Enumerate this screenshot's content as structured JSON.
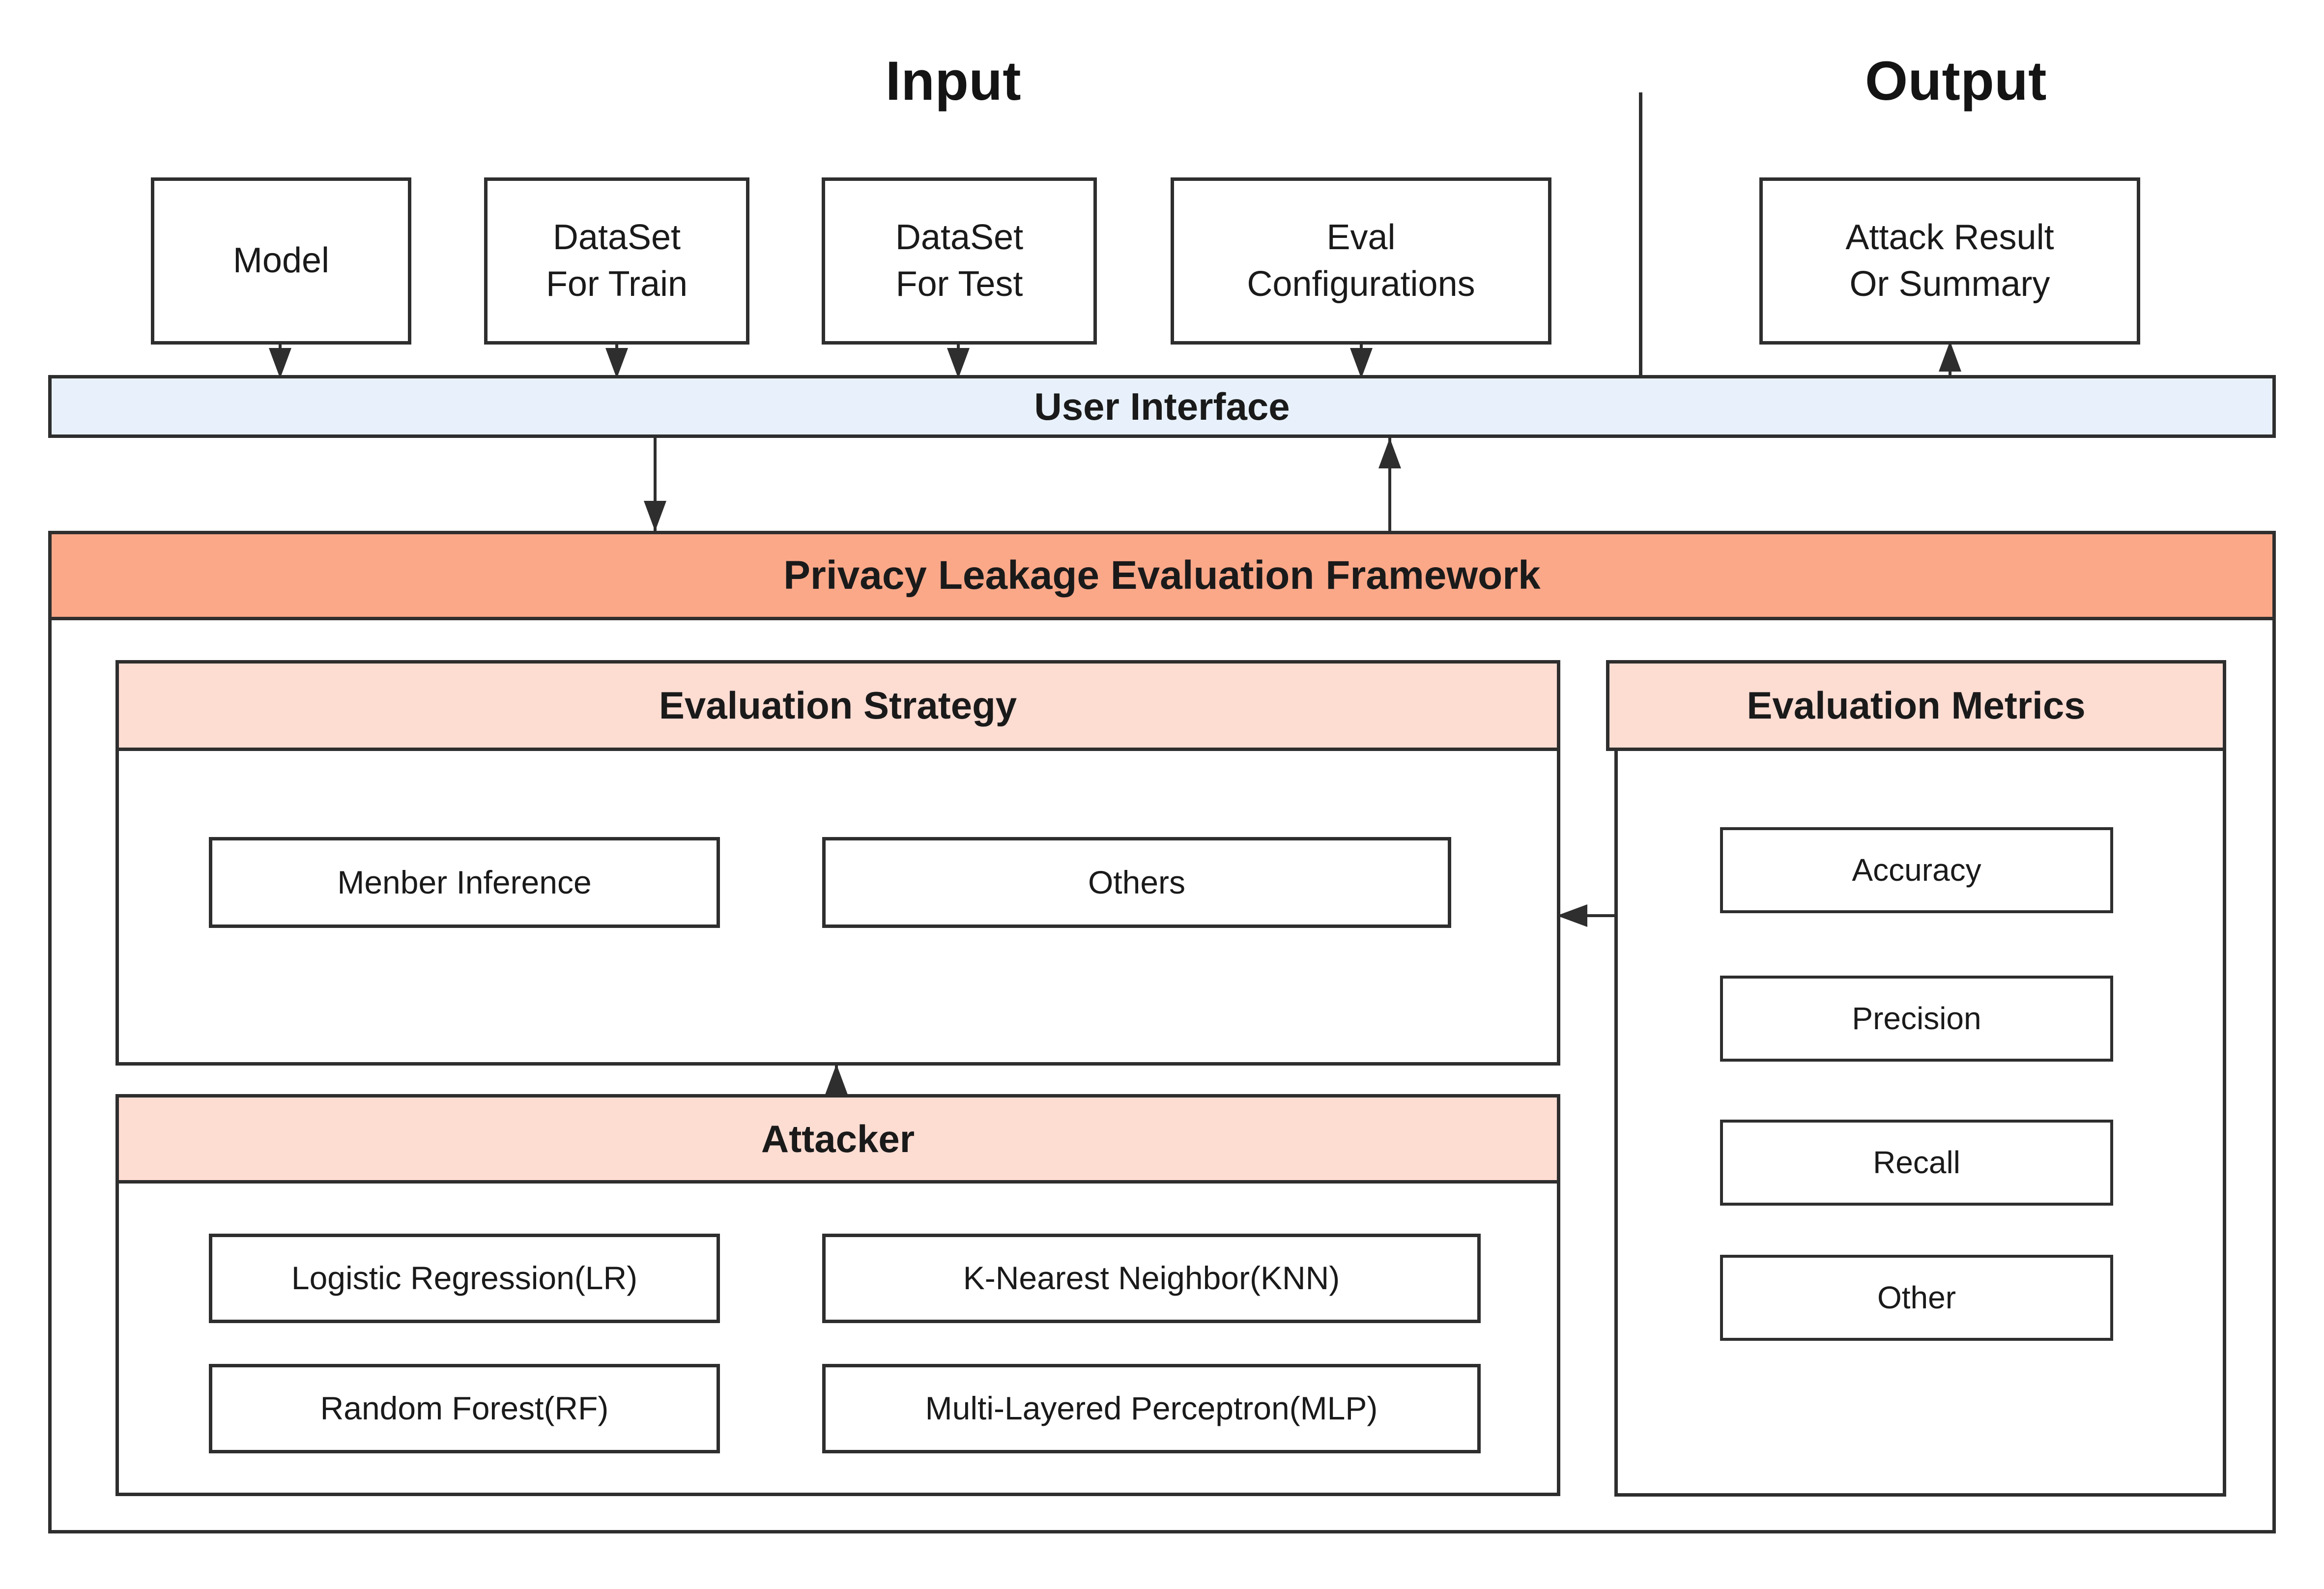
{
  "titles": {
    "input": "Input",
    "output": "Output"
  },
  "input_nodes": [
    {
      "label": "Model"
    },
    {
      "label": "DataSet\nFor Train"
    },
    {
      "label": "DataSet\nFor Test"
    },
    {
      "label": "Eval\nConfigurations"
    }
  ],
  "output_nodes": [
    {
      "label": "Attack Result\nOr Summary"
    }
  ],
  "user_interface": {
    "label": "User Interface"
  },
  "framework": {
    "label": "Privacy Leakage Evaluation Framework"
  },
  "evaluation_strategy": {
    "header": "Evaluation Strategy",
    "items": [
      {
        "label": "Menber Inference"
      },
      {
        "label": "Others"
      }
    ]
  },
  "attacker": {
    "header": "Attacker",
    "items": [
      {
        "label": "Logistic Regression(LR)"
      },
      {
        "label": "K-Nearest Neighbor(KNN)"
      },
      {
        "label": "Random Forest(RF)"
      },
      {
        "label": "Multi-Layered Perceptron(MLP)"
      }
    ]
  },
  "evaluation_metrics": {
    "header": "Evaluation Metrics",
    "items": [
      {
        "label": "Accuracy"
      },
      {
        "label": "Precision"
      },
      {
        "label": "Recall"
      },
      {
        "label": "Other"
      }
    ]
  },
  "colors": {
    "user_interface_fill": "#E8F1FB",
    "framework_fill": "#FBA889",
    "section_header_fill": "#FDDCD2",
    "stroke": "#2E2E2E",
    "text": "#141414"
  }
}
